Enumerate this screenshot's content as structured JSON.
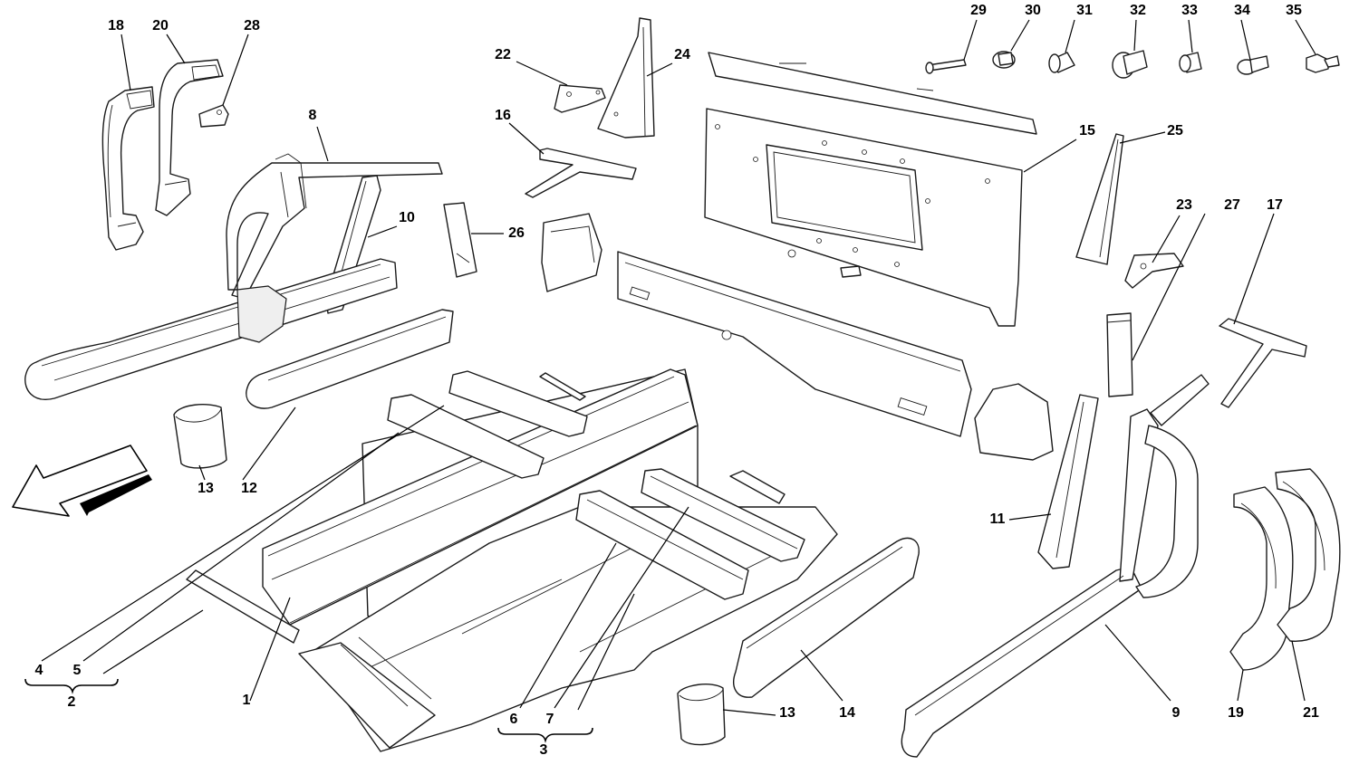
{
  "diagram": {
    "callouts": [
      {
        "id": "c18",
        "text": "18"
      },
      {
        "id": "c20",
        "text": "20"
      },
      {
        "id": "c28",
        "text": "28"
      },
      {
        "id": "c8",
        "text": "8"
      },
      {
        "id": "c10",
        "text": "10"
      },
      {
        "id": "c26",
        "text": "26"
      },
      {
        "id": "c22",
        "text": "22"
      },
      {
        "id": "c24",
        "text": "24"
      },
      {
        "id": "c16",
        "text": "16"
      },
      {
        "id": "c29",
        "text": "29"
      },
      {
        "id": "c30",
        "text": "30"
      },
      {
        "id": "c31",
        "text": "31"
      },
      {
        "id": "c32",
        "text": "32"
      },
      {
        "id": "c33",
        "text": "33"
      },
      {
        "id": "c34",
        "text": "34"
      },
      {
        "id": "c35",
        "text": "35"
      },
      {
        "id": "c15",
        "text": "15"
      },
      {
        "id": "c25",
        "text": "25"
      },
      {
        "id": "c23",
        "text": "23"
      },
      {
        "id": "c27",
        "text": "27"
      },
      {
        "id": "c17",
        "text": "17"
      },
      {
        "id": "c13a",
        "text": "13"
      },
      {
        "id": "c12",
        "text": "12"
      },
      {
        "id": "c11",
        "text": "11"
      },
      {
        "id": "c4",
        "text": "4"
      },
      {
        "id": "c5",
        "text": "5"
      },
      {
        "id": "c2",
        "text": "2"
      },
      {
        "id": "c1",
        "text": "1"
      },
      {
        "id": "c6",
        "text": "6"
      },
      {
        "id": "c7",
        "text": "7"
      },
      {
        "id": "c3",
        "text": "3"
      },
      {
        "id": "c13b",
        "text": "13"
      },
      {
        "id": "c14",
        "text": "14"
      },
      {
        "id": "c9",
        "text": "9"
      },
      {
        "id": "c19",
        "text": "19"
      },
      {
        "id": "c21",
        "text": "21"
      }
    ]
  }
}
